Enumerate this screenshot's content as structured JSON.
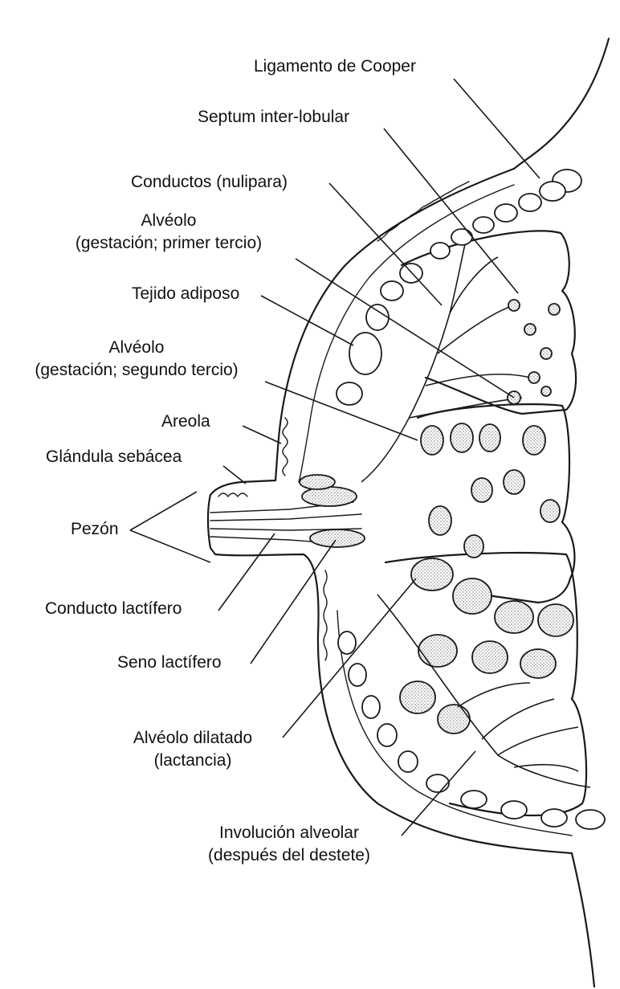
{
  "diagram": {
    "labels": {
      "ligamento_cooper": "Ligamento de Cooper",
      "septum": "Septum inter-lobular",
      "conductos": "Conductos (nulipara)",
      "alveolo1_l1": "Alvéolo",
      "alveolo1_l2": "(gestación; primer tercio)",
      "tejido_adiposo": "Tejido adiposo",
      "alveolo2_l1": "Alvéolo",
      "alveolo2_l2": "(gestación; segundo tercio)",
      "areola": "Areola",
      "glandula": "Glándula sebácea",
      "pezon": "Pezón",
      "conducto_lactifero": "Conducto lactífero",
      "seno_lactifero": "Seno lactífero",
      "alveolo_dilatado_l1": "Alvéolo dilatado",
      "alveolo_dilatado_l2": "(lactancia)",
      "involucion_l1": "Involución alveolar",
      "involucion_l2": "(después del destete)"
    },
    "colors": {
      "ink": "#1a1a1a",
      "background": "#ffffff",
      "stipple": "#9a9a9a"
    }
  }
}
